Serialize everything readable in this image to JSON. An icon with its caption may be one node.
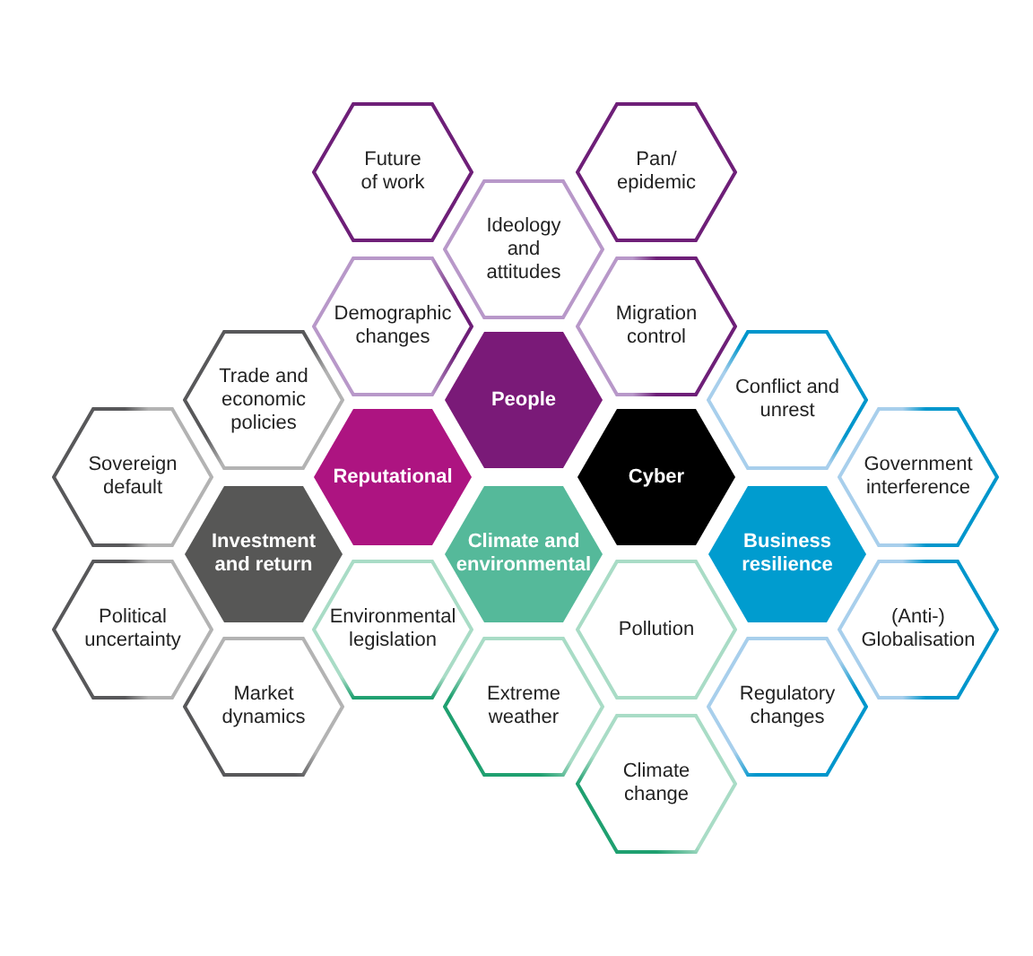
{
  "diagram": {
    "nodes": [
      {
        "text": [
          "Future of work"
        ]
      },
      {
        "text": [
          "Pan/ epidemic"
        ]
      },
      {
        "text": [
          "Ideology and attitudes"
        ]
      },
      {
        "text": [
          "Demographic changes"
        ]
      },
      {
        "text": [
          "Migration control"
        ]
      },
      {
        "text": [
          "Trade and economic policies"
        ]
      },
      {
        "text": [
          "People"
        ]
      },
      {
        "text": [
          "Conflict and unrest"
        ]
      },
      {
        "text": [
          "Sovereign default"
        ]
      },
      {
        "text": [
          "Reputational"
        ]
      },
      {
        "text": [
          "Cyber"
        ]
      },
      {
        "text": [
          "Government interference"
        ]
      },
      {
        "text": [
          "Investment and return"
        ]
      },
      {
        "text": [
          "Climate and environmental"
        ]
      },
      {
        "text": [
          "Business resilience"
        ]
      },
      {
        "text": [
          "Political uncertainty"
        ]
      },
      {
        "text": [
          "Environmental legislation"
        ]
      },
      {
        "text": [
          "Pollution"
        ]
      },
      {
        "text": [
          "(Anti-) Globalisation"
        ]
      },
      {
        "text": [
          "Market dynamics"
        ]
      },
      {
        "text": [
          "Extreme weather"
        ]
      },
      {
        "text": [
          "Regulatory changes"
        ]
      },
      {
        "text": [
          "Climate change"
        ]
      }
    ]
  }
}
